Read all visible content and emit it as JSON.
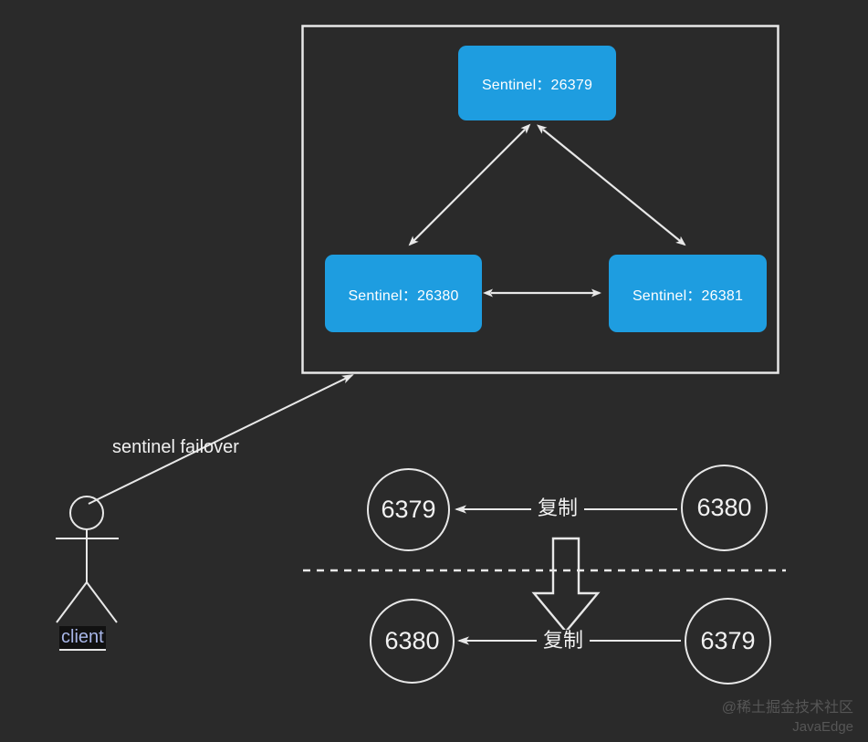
{
  "diagram": {
    "background_color": "#2a2a2a",
    "accent_color": "#1e9de0",
    "line_color": "#e8e8e8",
    "sentinel_cluster": {
      "nodes": [
        {
          "id": "sentinel-26379",
          "label": "Sentinel：26379"
        },
        {
          "id": "sentinel-26380",
          "label": "Sentinel：26380"
        },
        {
          "id": "sentinel-26381",
          "label": "Sentinel：26381"
        }
      ]
    },
    "actor": {
      "name": "client",
      "label": "client",
      "connector_label": "sentinel failover"
    },
    "replication": {
      "before": {
        "master_label": "6380",
        "replica_label": "6379",
        "edge_label": "复制"
      },
      "after": {
        "master_label": "6379",
        "replica_label": "6380",
        "edge_label": "复制"
      }
    },
    "watermark": {
      "community": "@稀土掘金技术社区",
      "author": "JavaEdge"
    }
  }
}
